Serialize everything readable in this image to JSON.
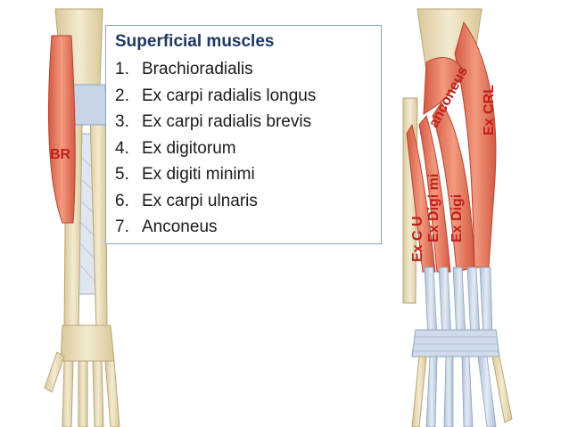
{
  "legend": {
    "title": "Superficial muscles",
    "items": [
      {
        "num": "1.",
        "text": "Brachioradialis"
      },
      {
        "num": "2.",
        "text": "Ex carpi radialis longus"
      },
      {
        "num": "3.",
        "text": "Ex carpi radialis brevis"
      },
      {
        "num": "4.",
        "text": "Ex digitorum"
      },
      {
        "num": "5.",
        "text": "Ex digiti minimi"
      },
      {
        "num": "6.",
        "text": "Ex carpi ulnaris"
      },
      {
        "num": "7.",
        "text": "Anconeus"
      }
    ]
  },
  "labels": {
    "br": "BR",
    "anconeus": "anconeus",
    "ex_crl": "Ex CRL",
    "ex_digi_mi": "Ex Digi mi",
    "ex_digi": "Ex Digi",
    "ex_cu": "Ex C U"
  },
  "colors": {
    "muscle": "#e87a5e",
    "muscle_dark": "#c9553d",
    "tendon": "#c7d3e3",
    "bone": "#e8dcb5",
    "label_red": "#c0201a",
    "title_blue": "#1f3864"
  }
}
